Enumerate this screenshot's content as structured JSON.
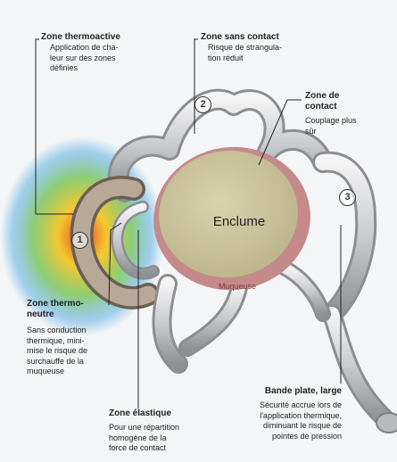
{
  "colors": {
    "background": "#f4f5f6",
    "anvil_fill": "#cfc9a2",
    "anvil_rim": "#c48a8a",
    "metal": "#d9dadc",
    "heat_hot": "#e03a1a",
    "heat_warm": "#f4c21a",
    "heat_mild": "#6cc04a",
    "heat_cool": "#3aa0e0"
  },
  "diagram": {
    "anvil_label": "Enclume",
    "mucosa_label": "Muqueuse",
    "markers": [
      "1",
      "2",
      "3"
    ]
  },
  "callouts": {
    "thermoactive": {
      "title": "Zone thermoactive",
      "desc": "Application de cha-\nleur sur des zones\ndéfinies"
    },
    "sans_contact": {
      "title": "Zone sans contact",
      "desc": "Risque de strangula-\ntion réduit"
    },
    "contact": {
      "title": "Zone de\ncontact",
      "desc": "Couplage plus\nsûr"
    },
    "thermoneutre": {
      "title": "Zone thermo-\nneutre",
      "desc": "Sans conduction\nthermique, mini-\nmise le risque de\nsurchauffe de la\nmuqueuse"
    },
    "bande": {
      "title": "Bande plate, large",
      "desc": "Sécurité accrue lors de\nl'application thermique,\ndiminuant le risque de\npointes de pression"
    },
    "elastique": {
      "title": "Zone élastique",
      "desc": "Pour une répartition\nhomogène de la\nforce de contact"
    }
  }
}
